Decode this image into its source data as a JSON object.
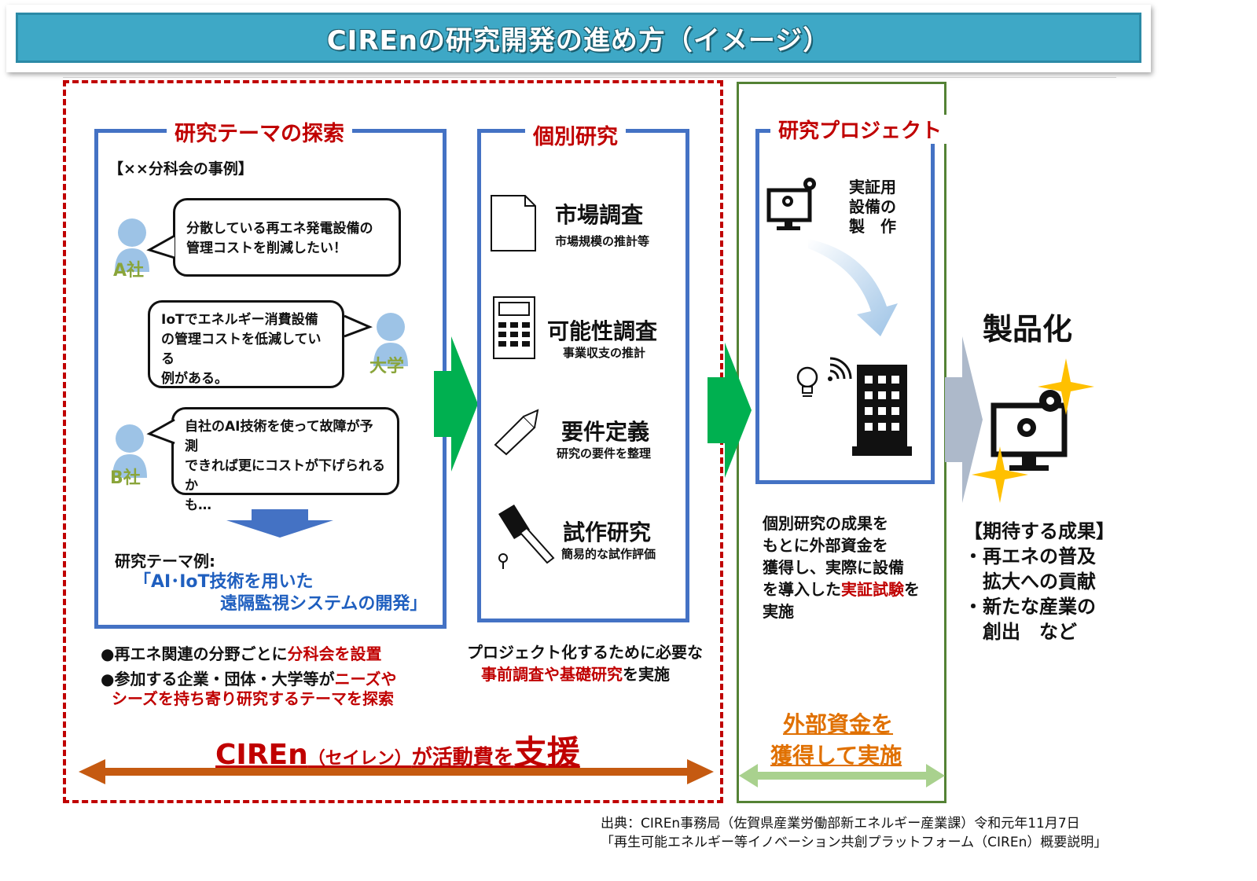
{
  "title": "CIREnの研究開発の進め方（イメージ）",
  "explore": {
    "heading": "研究テーマの探索",
    "case_label": "【××分科会の事例】",
    "company_a": "A社",
    "bubble_a_1": "分散している再エネ発電設備の",
    "bubble_a_2": "管理コストを削減したい！",
    "university": "大学",
    "bubble_u_1": "IoTでエネルギー消費設備",
    "bubble_u_2": "の管理コストを低減している",
    "bubble_u_3": "例がある。",
    "company_b": "B社",
    "bubble_b_1": "自社のAI技術を使って故障が予測",
    "bubble_b_2": "できれば更にコストが下げられるか",
    "bubble_b_3": "も…",
    "theme_label": "研究テーマ例:",
    "theme_1": "「AI･IoT技術を用いた",
    "theme_2": "遠隔監視システムの開発」",
    "note1_prefix": "●再エネ関連の分野ごとに",
    "note1_red": "分科会を設置",
    "note2_prefix": "●参加する企業・団体・大学等が",
    "note2_red1": "ニーズや",
    "note2_red2": "シーズを持ち寄り研究するテーマを探索"
  },
  "individual": {
    "heading": "個別研究",
    "items": [
      {
        "title": "市場調査",
        "sub": "市場規模の推計等"
      },
      {
        "title": "可能性調査",
        "sub": "事業収支の推計"
      },
      {
        "title": "要件定義",
        "sub": "研究の要件を整理"
      },
      {
        "title": "試作研究",
        "sub": "簡易的な試作評価"
      }
    ],
    "note_1": "プロジェクト化するために必要な",
    "note_2_red": "事前調査や基礎研究",
    "note_2_suffix": "を実施"
  },
  "project": {
    "heading": "研究プロジェクト",
    "demo_1": "実証用",
    "demo_2": "設備の",
    "demo_3": "製　作",
    "desc_1": "個別研究の成果を",
    "desc_2": "もとに外部資金を",
    "desc_3": "獲得し、実際に設備",
    "desc_4_prefix": "を導入した",
    "desc_4_red": "実証試験",
    "desc_4_suffix": "を",
    "desc_5": "実施",
    "funding_1": "外部資金を",
    "funding_2": "獲得して実施"
  },
  "support": {
    "part1": "CIREn",
    "part2": "（セイレン）",
    "part3": "が活動費を",
    "part4": "支援"
  },
  "product": {
    "heading": "製品化",
    "expect_label": "【期待する成果】",
    "expect_1": "・再エネの普及",
    "expect_2": "拡大への貢献",
    "expect_3": "・新たな産業の",
    "expect_4": "創出　など"
  },
  "source": {
    "line1": "出典：CIREn事務局（佐賀県産業労働部新エネルギー産業課）令和元年11月7日",
    "line2": "「再生可能エネルギー等イノベーション共創プラットフォーム（CIREn）概要説明」"
  },
  "colors": {
    "title_bar": "#3ea8c6",
    "frame_red": "#c00000",
    "frame_green": "#548235",
    "box_blue": "#4472c4",
    "arrow_green": "#00b050",
    "arrow_orange": "#c55a11",
    "arrow_light_green": "#a9d18e",
    "star": "#ffc000"
  },
  "icons": [
    "person-icon",
    "down-arrow-icon",
    "document-icon",
    "calculator-icon",
    "pencil-icon",
    "hammer-icon",
    "monitor-gear-icon",
    "bulb-icon",
    "wifi-icon",
    "building-icon",
    "sparkle-icon"
  ]
}
